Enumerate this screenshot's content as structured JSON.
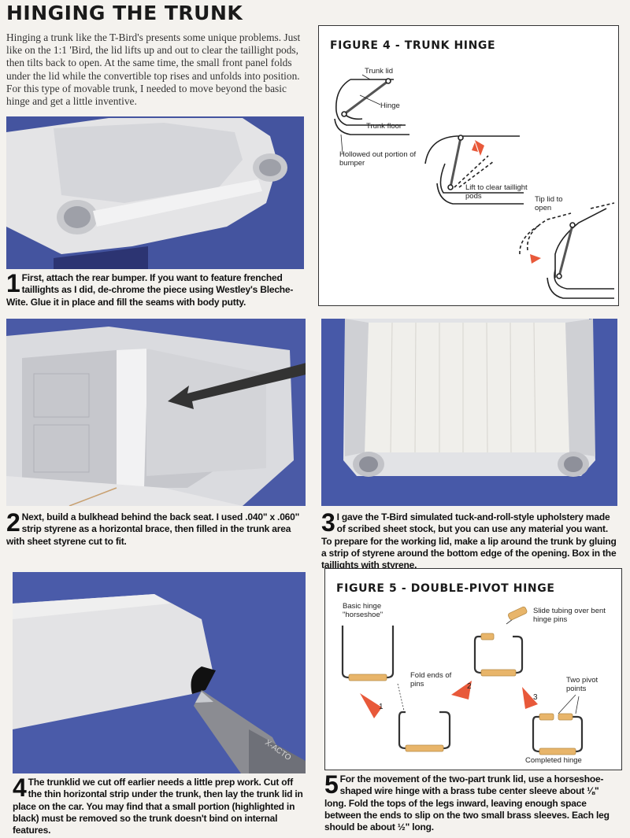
{
  "page": {
    "title": "HINGING THE TRUNK",
    "intro": "Hinging a trunk like the T-Bird's presents some unique problems. Just like on the 1:1 'Bird, the lid lifts up and out to clear the taillight pods, then tilts back to open. At the same time, the small front panel folds under the lid while the convertible top rises and unfolds into position. For this type of movable trunk, I needed to move beyond the basic hinge and get a little inventive."
  },
  "steps": [
    {
      "num": "1",
      "text": "First, attach the rear bumper. If you want to feature frenched taillights as I did, de-chrome the piece using Westley's Bleche-Wite. Glue it in place and fill the seams with body putty."
    },
    {
      "num": "2",
      "text": "Next, build a bulkhead behind the back seat. I used .040\" x .060\" strip styrene as a horizontal brace, then filled in the trunk area with sheet styrene cut to fit."
    },
    {
      "num": "3",
      "text": "I gave the T-Bird simulated tuck-and-roll-style upholstery made of scribed sheet stock, but you can use any material you want. To prepare for the working lid, make a lip around the trunk by gluing a strip of styrene around the bottom edge of the opening. Box in the taillights with styrene."
    },
    {
      "num": "4",
      "text": "The trunklid we cut off earlier needs a little prep work. Cut off the thin horizontal strip under the trunk, then lay the trunk lid in place on the car. You may find that a small portion (highlighted in black) must be removed so the trunk doesn't bind on internal features."
    },
    {
      "num": "5",
      "text": "For the movement of the two-part trunk lid, use a horseshoe-shaped wire hinge with a brass tube center sleeve about ⅛\" long. Fold the tops of the legs inward, leaving enough space between the ends to slip on the two small brass sleeves. Each leg should be about ½\" long."
    }
  ],
  "figure4": {
    "title": "FIGURE 4 - TRUNK HINGE",
    "labels": {
      "trunk_lid": "Trunk lid",
      "hinge": "Hinge",
      "trunk_floor": "Trunk floor",
      "bumper": "Hollowed out portion of bumper",
      "lift": "Lift to clear taillight pods",
      "tip": "Tip lid to open"
    }
  },
  "figure5": {
    "title": "FIGURE 5 - DOUBLE-PIVOT HINGE",
    "labels": {
      "basic": "Basic hinge \"horseshoe\"",
      "slide": "Slide tubing over bent hinge pins",
      "fold": "Fold ends of pins",
      "pivot": "Two pivot points",
      "completed": "Completed hinge"
    },
    "arrows": [
      "1",
      "2",
      "3"
    ]
  },
  "colors": {
    "photo_bg": "#3f4f9e",
    "model": "#e6e6e6",
    "brass": "#e8b56a",
    "arrow_red": "#e8593a"
  },
  "photo_text": {
    "blade": "X-ACTO"
  }
}
